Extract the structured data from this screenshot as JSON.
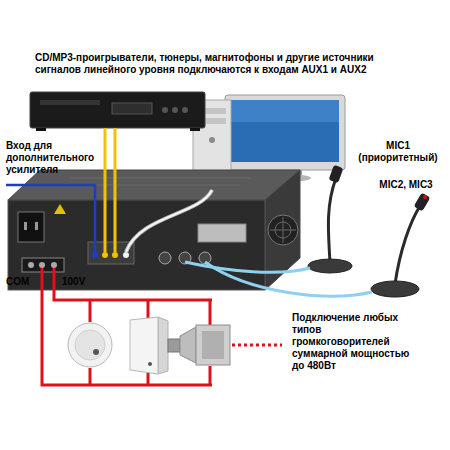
{
  "diagram": {
    "labels": [
      "CD/MP3-проигрыватели, тюнеры, магнитофоны и другие источники сигналов линейного уровня подключаются к входам AUX1 и AUX2",
      "Вход для дополнительного усилителя",
      "MIC1 (приоритетный)",
      "MIC2, MIC3",
      "COM",
      "100V",
      "Подключение любых типов громкоговорителей суммарной мощностью до 480Вт"
    ]
  }
}
